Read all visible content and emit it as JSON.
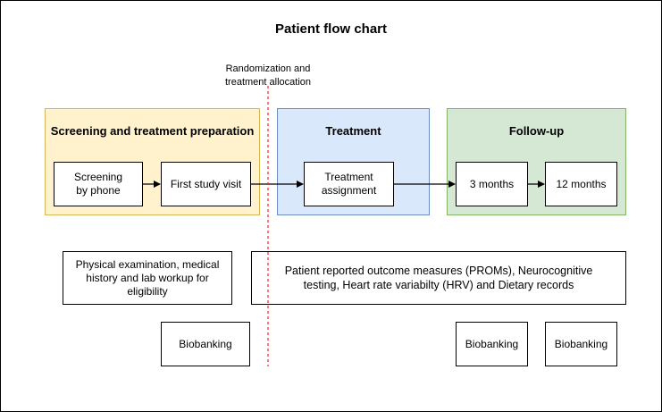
{
  "title": "Patient flow chart",
  "randomization_label": [
    "Randomization and",
    "treatment allocation"
  ],
  "colors": {
    "screening_fill": "#FFF2CC",
    "screening_border": "#D6B656",
    "treatment_fill": "#DAE8FC",
    "treatment_border": "#6C8EBF",
    "followup_fill": "#D5E8D4",
    "followup_border": "#82B366",
    "randomization_line": "#E8232D"
  },
  "phases": {
    "screening": "Screening and treatment preparation",
    "treatment": "Treatment",
    "followup": "Follow-up"
  },
  "steps": {
    "screening_phone": "Screening by phone",
    "first_visit": "First study visit",
    "treatment_assignment": "Treatment assignment",
    "three_months": "3 months",
    "twelve_months": "12 months"
  },
  "notes": {
    "physical_exam": "Physical examination, medical history and lab workup for eligibility",
    "proms": "Patient reported outcome measures (PROMs), Neurocognitive testing, Heart rate variabilty (HRV) and Dietary records"
  },
  "biobanking": [
    "Biobanking",
    "Biobanking",
    "Biobanking"
  ]
}
